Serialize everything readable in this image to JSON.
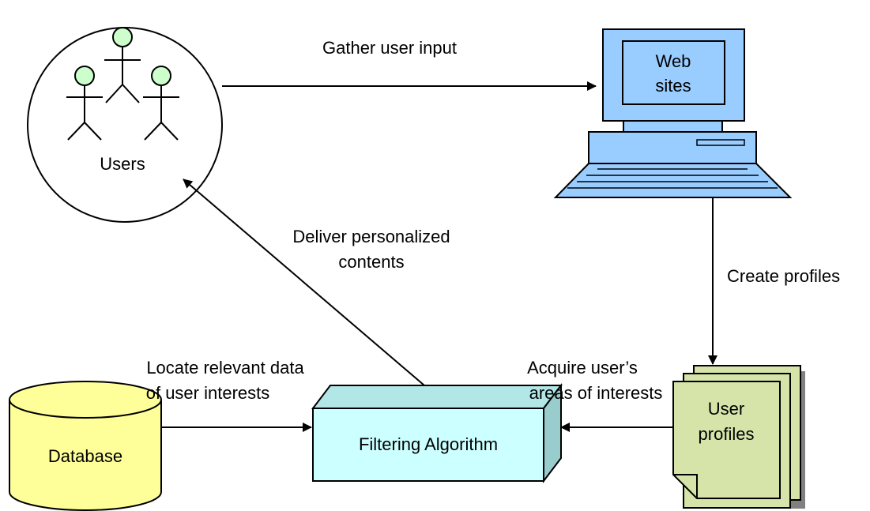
{
  "nodes": {
    "users": "Users",
    "websites_line1": "Web",
    "websites_line2": "sites",
    "profiles_line1": "User",
    "profiles_line2": "profiles",
    "database": "Database",
    "filter": "Filtering Algorithm"
  },
  "edges": {
    "gather": "Gather user input",
    "create": "Create profiles",
    "deliver_line1": "Deliver personalized",
    "deliver_line2": "contents",
    "locate_line1": "Locate relevant data",
    "locate_line2": "of user interests",
    "acquire_line1": "Acquire user’s",
    "acquire_line2": "areas of interests"
  },
  "colors": {
    "user_head": "#ccffcc",
    "monitor": "#99ccff",
    "profiles": "#d6e4aa",
    "database": "#ffff99",
    "filter": "#ccffff",
    "shadow": "#808080"
  }
}
